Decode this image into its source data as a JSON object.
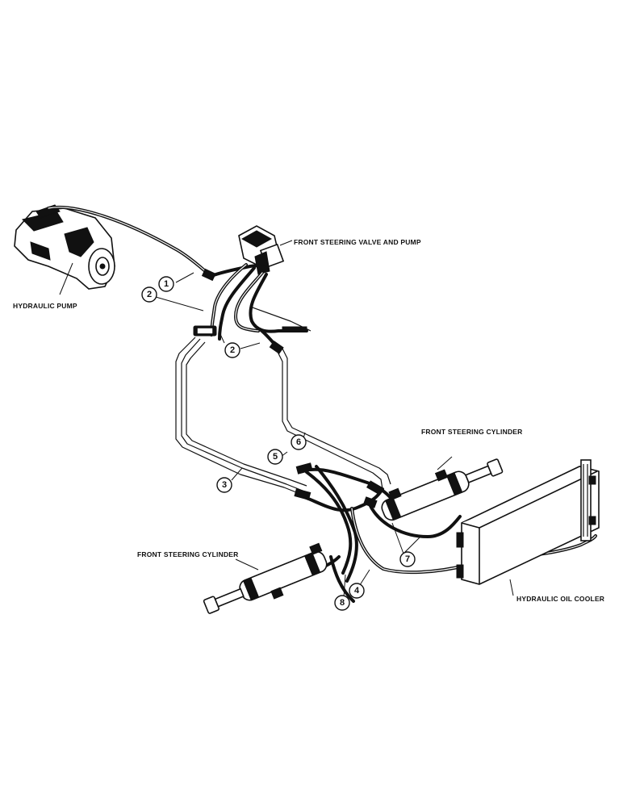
{
  "labels": {
    "hydraulic_pump": "HYDRAULIC PUMP",
    "steering_valve": "FRONT STEERING VALVE AND PUMP",
    "cylinder_right": "FRONT STEERING CYLINDER",
    "cylinder_left": "FRONT STEERING CYLINDER",
    "oil_cooler": "HYDRAULIC OIL COOLER"
  },
  "callouts": [
    "1",
    "2",
    "2",
    "3",
    "4",
    "5",
    "6",
    "7",
    "8"
  ]
}
